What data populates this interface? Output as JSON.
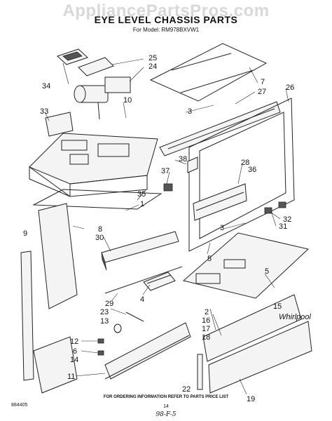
{
  "watermark": "AppliancePartsPros.com",
  "header": {
    "title": "EYE LEVEL CHASSIS PARTS",
    "subtitle": "For Model: RM978BXVW1"
  },
  "callouts": [
    "34",
    "25",
    "24",
    "10",
    "33",
    "7",
    "27",
    "26",
    "3",
    "38",
    "37",
    "28",
    "36",
    "35",
    "1",
    "32",
    "31",
    "8",
    "30",
    "9",
    "3",
    "5",
    "29",
    "4",
    "23",
    "13",
    "2",
    "16",
    "17",
    "18",
    "5",
    "12",
    "6",
    "14",
    "11",
    "22",
    "19",
    "15"
  ],
  "brand_mark": "Whirlpool",
  "footer": {
    "note": "FOR ORDERING INFORMATION REFER TO PARTS PRICE LIST",
    "page_number": "14",
    "document_number": "884405",
    "handwritten": "98-F-5"
  }
}
